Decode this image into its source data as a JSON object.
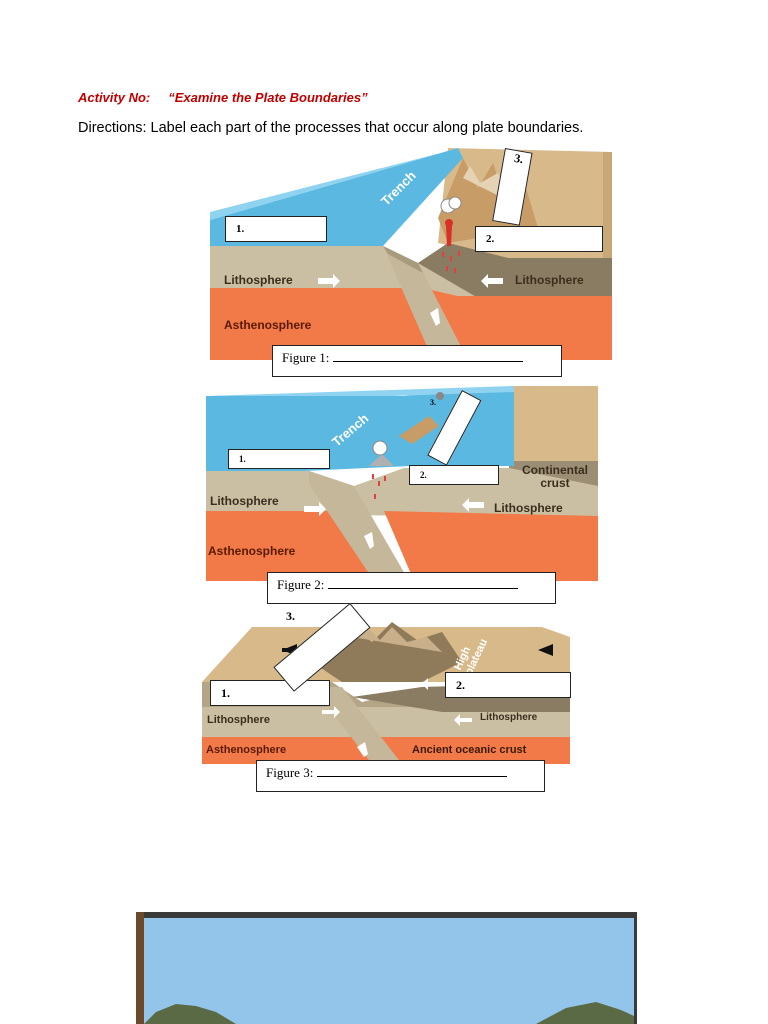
{
  "header": {
    "activity_label": "Activity No:",
    "activity_title": "“Examine the Plate Boundaries”",
    "directions": "Directions: Label each part of the processes that occur along plate boundaries."
  },
  "figure1": {
    "trench": "Trench",
    "left_layer": "Lithosphere",
    "right_layer": "Lithosphere",
    "bottom_layer": "Asthenosphere",
    "box1": "1.",
    "box2": "2.",
    "box3": "3.",
    "caption_label": "Figure 1:"
  },
  "figure2": {
    "trench": "Trench",
    "left_layer": "Lithosphere",
    "right_layer": "Lithosphere",
    "bottom_layer": "Asthenosphere",
    "continental_1": "Continental",
    "continental_2": "crust",
    "box1": "1.",
    "box2": "2.",
    "box3": "3.",
    "caption_label": "Figure 2:"
  },
  "figure3": {
    "plateau_1": "High",
    "plateau_2": "plateau",
    "left_layer": "Lithosphere",
    "right_layer": "Lithosphere",
    "bottom_layer": "Asthenosphere",
    "ancient": "Ancient oceanic crust",
    "box1": "1.",
    "box2": "2.",
    "box3": "3.",
    "caption_label": "Figure 3:"
  },
  "colors": {
    "heading_red": "#c00000",
    "ocean": "#5bb8e0",
    "asthenosphere": "#f27a48",
    "lithosphere": "#cbbfa3",
    "land": "#d8b98a",
    "sky": "#93c5ea"
  }
}
